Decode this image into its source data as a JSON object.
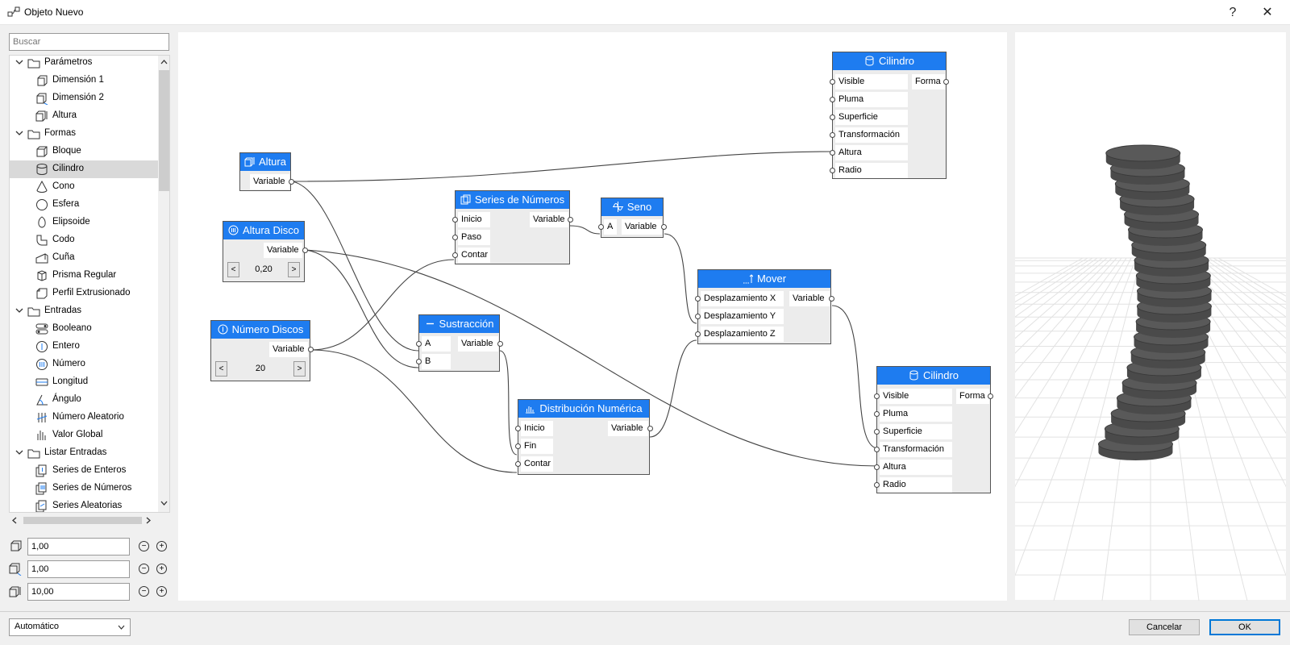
{
  "window": {
    "title": "Objeto Nuevo",
    "help_label": "?",
    "close_label": "✕"
  },
  "sidebar": {
    "search_placeholder": "Buscar",
    "items": [
      {
        "label": "Parámetros",
        "kind": "group",
        "icon": "folder-icon"
      },
      {
        "label": "Dimensión 1",
        "kind": "item",
        "icon": "dimension-1-icon"
      },
      {
        "label": "Dimensión 2",
        "kind": "item",
        "icon": "dimension-2-icon"
      },
      {
        "label": "Altura",
        "kind": "item",
        "icon": "height-icon"
      },
      {
        "label": "Formas",
        "kind": "group",
        "icon": "folder-icon"
      },
      {
        "label": "Bloque",
        "kind": "item",
        "icon": "block-icon"
      },
      {
        "label": "Cilindro",
        "kind": "item",
        "icon": "cylinder-icon",
        "selected": true
      },
      {
        "label": "Cono",
        "kind": "item",
        "icon": "cone-icon"
      },
      {
        "label": "Esfera",
        "kind": "item",
        "icon": "sphere-icon"
      },
      {
        "label": "Elipsoide",
        "kind": "item",
        "icon": "ellipsoid-icon"
      },
      {
        "label": "Codo",
        "kind": "item",
        "icon": "elbow-icon"
      },
      {
        "label": "Cuña",
        "kind": "item",
        "icon": "wedge-icon"
      },
      {
        "label": "Prisma Regular",
        "kind": "item",
        "icon": "prism-icon"
      },
      {
        "label": "Perfil Extrusionado",
        "kind": "item",
        "icon": "extruded-profile-icon"
      },
      {
        "label": "Entradas",
        "kind": "group",
        "icon": "folder-icon"
      },
      {
        "label": "Booleano",
        "kind": "item",
        "icon": "boolean-icon"
      },
      {
        "label": "Entero",
        "kind": "item",
        "icon": "integer-icon"
      },
      {
        "label": "Número",
        "kind": "item",
        "icon": "number-icon"
      },
      {
        "label": "Longitud",
        "kind": "item",
        "icon": "length-icon"
      },
      {
        "label": "Ángulo",
        "kind": "item",
        "icon": "angle-icon"
      },
      {
        "label": "Número Aleatorio",
        "kind": "item",
        "icon": "random-number-icon"
      },
      {
        "label": "Valor Global",
        "kind": "item",
        "icon": "global-value-icon"
      },
      {
        "label": "Listar Entradas",
        "kind": "group",
        "icon": "folder-icon"
      },
      {
        "label": "Series de Enteros",
        "kind": "item",
        "icon": "integer-series-icon"
      },
      {
        "label": "Series de Números",
        "kind": "item",
        "icon": "number-series-icon"
      },
      {
        "label": "Series Aleatorias",
        "kind": "item",
        "icon": "random-series-icon"
      }
    ]
  },
  "params": [
    {
      "icon": "dimension-1-icon",
      "value": "1,00",
      "minus": "−",
      "plus": "+"
    },
    {
      "icon": "dimension-2-icon",
      "value": "1,00",
      "minus": "−",
      "plus": "+"
    },
    {
      "icon": "height-icon",
      "value": "10,00",
      "minus": "−",
      "plus": "+"
    }
  ],
  "nodes": {
    "cilindro_top": {
      "title": "Cilindro",
      "inputs": [
        "Visible",
        "Pluma",
        "Superficie",
        "Transformación",
        "Altura",
        "Radio"
      ],
      "output": "Forma"
    },
    "altura": {
      "title": "Altura",
      "output": "Variable"
    },
    "altura_disco": {
      "title": "Altura Disco",
      "output": "Variable",
      "value": "0,20",
      "dec": "<",
      "inc": ">"
    },
    "numero_discos": {
      "title": "Número Discos",
      "output": "Variable",
      "value": "20",
      "dec": "<",
      "inc": ">"
    },
    "series_numeros": {
      "title": "Series de Números",
      "inputs": [
        "Inicio",
        "Paso",
        "Contar"
      ],
      "output": "Variable"
    },
    "seno": {
      "title": "Seno",
      "inputs": [
        "A"
      ],
      "output": "Variable"
    },
    "sustraccion": {
      "title": "Sustracción",
      "inputs": [
        "A",
        "B"
      ],
      "output": "Variable"
    },
    "distribucion": {
      "title": "Distribución Numérica",
      "inputs": [
        "Inicio",
        "Fin",
        "Contar"
      ],
      "output": "Variable"
    },
    "mover": {
      "title": "Mover",
      "inputs": [
        "Desplazamiento X",
        "Desplazamiento Y",
        "Desplazamiento Z"
      ],
      "output": "Variable"
    },
    "cilindro_bottom": {
      "title": "Cilindro",
      "inputs": [
        "Visible",
        "Pluma",
        "Superficie",
        "Transformación",
        "Altura",
        "Radio"
      ],
      "output": "Forma"
    }
  },
  "footer": {
    "mode_select": "Automático",
    "cancel_label": "Cancelar",
    "ok_label": "OK"
  },
  "colors": {
    "node_header": "#1e7cf0",
    "preview_geometry": "#595959",
    "accent": "#0078d7"
  }
}
